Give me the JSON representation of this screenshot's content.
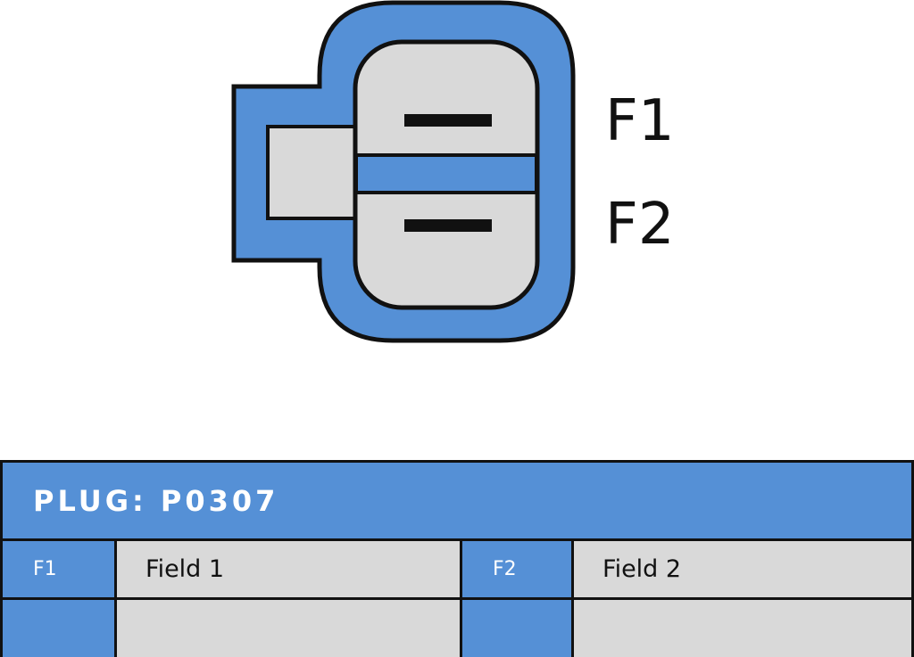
{
  "colors": {
    "housing_blue": "#5590d6",
    "pin_gray": "#d9d9d9",
    "outline": "#111111",
    "header_text": "#ffffff"
  },
  "diagram": {
    "pin_labels": [
      "F1",
      "F2"
    ]
  },
  "plug": {
    "title": "PLUG: P0307",
    "rows": [
      {
        "pin_a": "F1",
        "desc_a": "Field 1",
        "pin_b": "F2",
        "desc_b": "Field 2"
      },
      {
        "pin_a": "",
        "desc_a": "",
        "pin_b": "",
        "desc_b": ""
      }
    ]
  }
}
